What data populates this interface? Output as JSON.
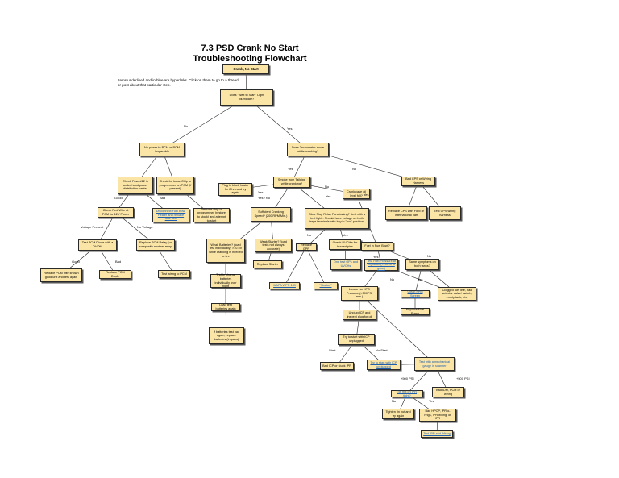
{
  "title_line1": "7.3 PSD Crank No Start",
  "title_line2": "Troubleshooting Flowchart",
  "note": "Items underlined and in blue are hyperlinks. Click on them to go to a thread or post about that particular step.",
  "nodes": [
    {
      "id": "crank",
      "text": "Crank, No Start",
      "bold": true
    },
    {
      "id": "wts",
      "text": "Does \"Wait to Start\" Light Illuminate?"
    },
    {
      "id": "nopower",
      "text": "No power to PCM or PCM inoperable"
    },
    {
      "id": "tach",
      "text": "Does Tachometer move while cranking?"
    },
    {
      "id": "fuse22",
      "text": "Check Fuse #22 in under hood power distribution center"
    },
    {
      "id": "loosechip",
      "text": "Check for loose Chip or programmer on PCM (if present)"
    },
    {
      "id": "plugblock",
      "text": "Plug in block heater for 2 hrs and try again"
    },
    {
      "id": "smoke",
      "text": "Smoke from Tailpipe while cranking?"
    },
    {
      "id": "badcps",
      "text": "Bad CPS or Wiring Harness"
    },
    {
      "id": "crankcase",
      "text": "Crank case oil level full?"
    },
    {
      "id": "disconnect",
      "text": "Disconnect Fuel Bowl Heater and replace fuse #22",
      "link": true
    },
    {
      "id": "removechip",
      "text": "Remove chip or programmer (restore to stock) and attempt to start"
    },
    {
      "id": "redwire",
      "text": "Check Red Wire at PCM for 12V Power"
    },
    {
      "id": "sufficient",
      "text": "Sufficient Cranking Speed? (200 RPM Min.)"
    },
    {
      "id": "glowplug",
      "text": "Glow Plug Relay Functioning? (test with a test light - Should have voltage on both large terminals with key in \"run\" position)"
    },
    {
      "id": "replcps",
      "text": "Replace CPS with Ford or International part"
    },
    {
      "id": "testcps",
      "text": "Test CPS wiring harness"
    },
    {
      "id": "testdiode",
      "text": "Test PCM Diode with a DVOM"
    },
    {
      "id": "replrelay",
      "text": "Replace PCM Relay (or swap with another relay"
    },
    {
      "id": "weakbatt",
      "text": "Weak Batteries? (load test individually) >10.5V while cranking is needed to fire"
    },
    {
      "id": "weakstarter",
      "text": "Weak Starter? (load tests not always accurate)"
    },
    {
      "id": "replgpr",
      "text": "Replace GPR"
    },
    {
      "id": "checkuvch",
      "text": "Check UVCH's for burned pins"
    },
    {
      "id": "fuelbowl",
      "text": "Fuel in Fuel Bowl?"
    },
    {
      "id": "replpcm",
      "text": "Replace PCM with known good unit and test again"
    },
    {
      "id": "repldiode",
      "text": "Replace PCM Diode"
    },
    {
      "id": "wiringpcm",
      "text": "Test wiring to PCM"
    },
    {
      "id": "replstarter",
      "text": "Replace Starter"
    },
    {
      "id": "trickle",
      "text": "Trickle charge batteries individually over night"
    },
    {
      "id": "onetest",
      "text": "One test GPs and UVCHs",
      "link": true
    },
    {
      "id": "testfuelpress",
      "text": "Test Fuel Pressure at regulator (>20PSI is good)",
      "link": true
    },
    {
      "id": "samesymptoms",
      "text": "Same symptoms on both tanks?"
    },
    {
      "id": "wiring",
      "text": "WAPA WPR 189",
      "link": true
    },
    {
      "id": "starlink",
      "text": "\"Startoo\"",
      "link": true
    },
    {
      "id": "lowhpo",
      "text": "Low or no HPO Pressure (>500PSI min.)"
    },
    {
      "id": "cleanfpm",
      "text": "Clean FPM Screen",
      "link": true
    },
    {
      "id": "clogged",
      "text": "Clogged fuel line, bad selector valve/ switch, empty tank, etc."
    },
    {
      "id": "loadtest",
      "text": "Load test batteries again"
    },
    {
      "id": "replfuelpump",
      "text": "Replace Fuel Pump"
    },
    {
      "id": "unplugicp",
      "text": "Unplug ICP and inspect plug for oil"
    },
    {
      "id": "ifbatteries",
      "text": "If batteries test bad again, replace batteries (in pairs)"
    },
    {
      "id": "trystart",
      "text": "Try to start with ICP unplugged"
    },
    {
      "id": "badicp",
      "text": "Bad ICP or stuck IPR"
    },
    {
      "id": "trystart2",
      "text": "Try to start with ICP unplugged",
      "link": true
    },
    {
      "id": "testmech",
      "text": "Test with a mechanical gauge in scanner",
      "link": true
    },
    {
      "id": "tinnut",
      "text": "Tin nut on IPR tight?",
      "link": true
    },
    {
      "id": "badidm",
      "text": "Bad IDM, PCM or wiring"
    },
    {
      "id": "tighten",
      "text": "Tighten tin nut and try again"
    },
    {
      "id": "badhpop",
      "text": "Bad HPOP, IPR o-rings, IPR wiring, or IPR"
    },
    {
      "id": "testipr",
      "text": "Test IPR and Wiring",
      "link": true
    }
  ],
  "edge_labels": [
    {
      "id": "no1",
      "text": "No"
    },
    {
      "id": "yes1",
      "text": "Yes"
    },
    {
      "id": "yes2",
      "text": "Yes"
    },
    {
      "id": "no2",
      "text": "No"
    },
    {
      "id": "yes3",
      "text": "Yes"
    },
    {
      "id": "yesno",
      "text": "Yes / No"
    },
    {
      "id": "no3",
      "text": "No"
    },
    {
      "id": "yes4",
      "text": "Yes"
    },
    {
      "id": "good1",
      "text": "Good"
    },
    {
      "id": "bad1",
      "text": "Bad"
    },
    {
      "id": "voltpres",
      "text": "Voltage Present"
    },
    {
      "id": "novolt",
      "text": "No Voltage"
    },
    {
      "id": "good2",
      "text": "Good"
    },
    {
      "id": "bad2",
      "text": "Bad"
    },
    {
      "id": "no4",
      "text": "No"
    },
    {
      "id": "yes5",
      "text": "Yes"
    },
    {
      "id": "yes6",
      "text": "Yes"
    },
    {
      "id": "no5",
      "text": "No"
    },
    {
      "id": "yes7",
      "text": "Yes"
    },
    {
      "id": "no6",
      "text": "No"
    },
    {
      "id": "yes8",
      "text": "Yes"
    },
    {
      "id": "start",
      "text": "Start"
    },
    {
      "id": "nostart",
      "text": "No Start"
    },
    {
      "id": "psi500a",
      "text": "+500 PSI"
    },
    {
      "id": "psi500b",
      "text": "+500 PSI"
    },
    {
      "id": "no7",
      "text": "No"
    },
    {
      "id": "yes9",
      "text": "Yes"
    }
  ]
}
